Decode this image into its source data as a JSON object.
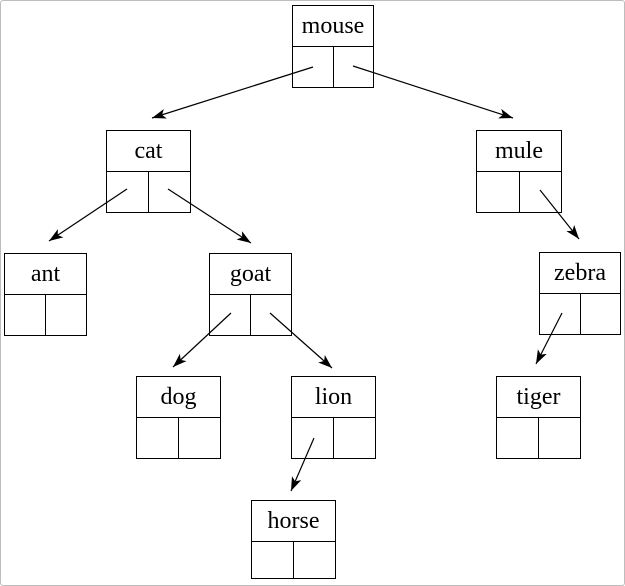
{
  "diagram": {
    "type": "binary-tree",
    "description": "Binary tree of animal names; each node drawn as a record with a label row and two pointer cells",
    "nodes": [
      {
        "id": "mouse",
        "label": "mouse"
      },
      {
        "id": "cat",
        "label": "cat"
      },
      {
        "id": "mule",
        "label": "mule"
      },
      {
        "id": "ant",
        "label": "ant"
      },
      {
        "id": "goat",
        "label": "goat"
      },
      {
        "id": "zebra",
        "label": "zebra"
      },
      {
        "id": "dog",
        "label": "dog"
      },
      {
        "id": "lion",
        "label": "lion"
      },
      {
        "id": "tiger",
        "label": "tiger"
      },
      {
        "id": "horse",
        "label": "horse"
      }
    ],
    "edges": [
      {
        "from": "mouse",
        "slot": "left",
        "to": "cat"
      },
      {
        "from": "mouse",
        "slot": "right",
        "to": "mule"
      },
      {
        "from": "cat",
        "slot": "left",
        "to": "ant"
      },
      {
        "from": "cat",
        "slot": "right",
        "to": "goat"
      },
      {
        "from": "mule",
        "slot": "right",
        "to": "zebra"
      },
      {
        "from": "goat",
        "slot": "left",
        "to": "dog"
      },
      {
        "from": "goat",
        "slot": "right",
        "to": "lion"
      },
      {
        "from": "zebra",
        "slot": "left",
        "to": "tiger"
      },
      {
        "from": "lion",
        "slot": "left",
        "to": "horse"
      }
    ],
    "colors": {
      "line": "#000000",
      "background": "#ffffff",
      "frame": "#bdbdbd"
    }
  }
}
